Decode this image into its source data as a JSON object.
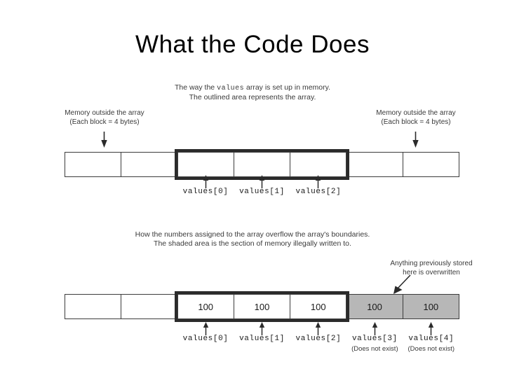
{
  "slide": {
    "title": "What the Code Does"
  },
  "diagram_top": {
    "caption_line1_prefix": "The way the ",
    "caption_line1_mono": "values",
    "caption_line1_suffix": " array is set up in memory.",
    "caption_line2": "The outlined area represents the array.",
    "label_left_line1": "Memory outside the array",
    "label_left_line2": "(Each block = 4 bytes)",
    "label_right_line1": "Memory outside the array",
    "label_right_line2": "(Each block = 4 bytes)",
    "arrow_down_left": "down-arrow-icon",
    "arrow_down_right": "down-arrow-icon",
    "cells": [
      {
        "value": "",
        "shaded": false,
        "in_array": false
      },
      {
        "value": "",
        "shaded": false,
        "in_array": false
      },
      {
        "value": "",
        "shaded": false,
        "in_array": true
      },
      {
        "value": "",
        "shaded": false,
        "in_array": true
      },
      {
        "value": "",
        "shaded": false,
        "in_array": true
      },
      {
        "value": "",
        "shaded": false,
        "in_array": false
      },
      {
        "value": "",
        "shaded": false,
        "in_array": false
      }
    ],
    "index_labels": [
      {
        "text": "values[0]",
        "note": "",
        "cell": 2
      },
      {
        "text": "values[1]",
        "note": "",
        "cell": 3
      },
      {
        "text": "values[2]",
        "note": "",
        "cell": 4
      }
    ]
  },
  "diagram_bottom": {
    "caption_line1": "How the numbers assigned to the array overflow the array's boundaries.",
    "caption_line2": "The shaded area is the section of memory illegally written to.",
    "label_overwritten_line1": "Anything previously stored",
    "label_overwritten_line2": "here is overwritten",
    "arrow_diagonal": "diagonal-arrow-icon",
    "cells": [
      {
        "value": "",
        "shaded": false,
        "in_array": false
      },
      {
        "value": "",
        "shaded": false,
        "in_array": false
      },
      {
        "value": "100",
        "shaded": false,
        "in_array": true
      },
      {
        "value": "100",
        "shaded": false,
        "in_array": true
      },
      {
        "value": "100",
        "shaded": false,
        "in_array": true
      },
      {
        "value": "100",
        "shaded": true,
        "in_array": false
      },
      {
        "value": "100",
        "shaded": true,
        "in_array": false
      }
    ],
    "index_labels": [
      {
        "text": "values[0]",
        "note": "",
        "cell": 2
      },
      {
        "text": "values[1]",
        "note": "",
        "cell": 3
      },
      {
        "text": "values[2]",
        "note": "",
        "cell": 4
      },
      {
        "text": "values[3]",
        "note": "(Does not exist)",
        "cell": 5
      },
      {
        "text": "values[4]",
        "note": "(Does not exist)",
        "cell": 6
      }
    ]
  },
  "colors": {
    "background": "#ffffff",
    "cell_border": "#3c3c3c",
    "array_outline": "#2b2b2b",
    "shaded_cell": "#b7b7b7",
    "text": "#1a1a1a",
    "caption_text": "#3a3a3a"
  }
}
